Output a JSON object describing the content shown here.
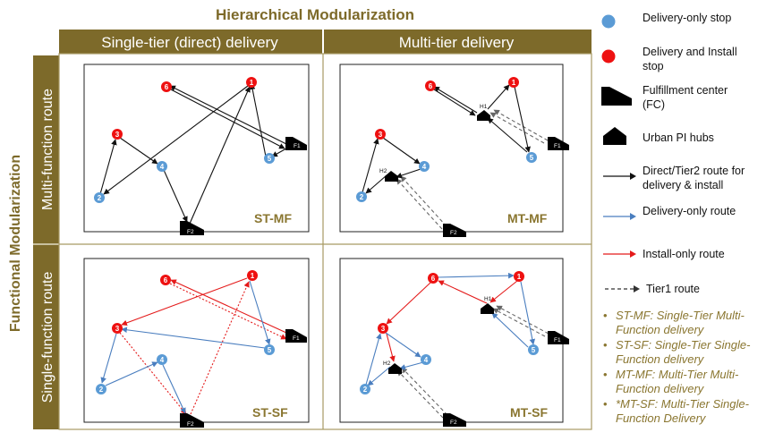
{
  "header": {
    "title": "Hierarchical Modularization",
    "col_single_tier": "Single-tier (direct) delivery",
    "col_multi_tier": "Multi-tier delivery"
  },
  "side": {
    "title": "Functional Modularization",
    "row_multi_function": "Multi-function route",
    "row_single_function": "Single-function route"
  },
  "panels": {
    "st_mf": "ST-MF",
    "mt_mf": "MT-MF",
    "st_sf": "ST-SF",
    "mt_sf": "MT-SF"
  },
  "node_labels": {
    "one": "1",
    "two": "2",
    "three": "3",
    "four": "4",
    "five": "5",
    "six": "6",
    "f1": "F1",
    "f2": "F2",
    "h1": "H1",
    "h2": "H2"
  },
  "legend": {
    "delivery_only_stop": "Delivery-only stop",
    "delivery_install_stop": "Delivery and Install stop",
    "fulfillment_center": "Fulfillment center (FC)",
    "urban_pi_hubs": "Urban PI hubs",
    "direct_route": "Direct/Tier2 route for delivery & install",
    "delivery_only_route": "Delivery-only route",
    "install_only_route": "Install-only route",
    "tier1_route": "Tier1 route"
  },
  "notes": [
    "ST-MF: Single-Tier Multi-Function delivery",
    "ST-SF: Single-Tier Single-Function delivery",
    "MT-MF: Multi-Tier Multi-Function delivery",
    "*MT-SF: Multi-Tier Single-Function Delivery"
  ],
  "colors": {
    "header_band": "#7d6a2a",
    "title_text": "#7d6a2a",
    "delivery_node": "#5b9bd5",
    "install_node": "#ee1111",
    "blue_route": "#4a7ebf",
    "red_route": "#e41a1a",
    "black_route": "#111111",
    "tier1_route": "#666666"
  }
}
